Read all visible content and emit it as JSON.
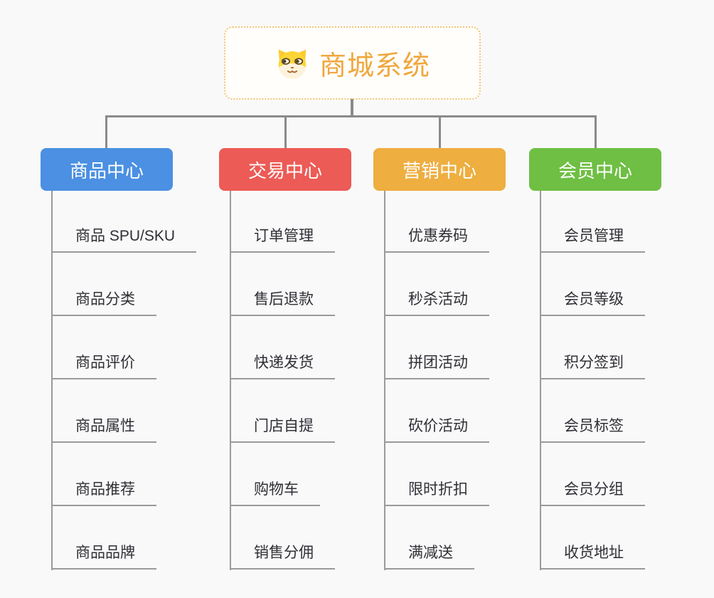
{
  "root": {
    "label": "商城系统",
    "icon": "dog-face-icon",
    "text_color": "#f0a73d",
    "border_color": "#f3c577",
    "background": "#fffefb"
  },
  "canvas_background": "#f9f9f9",
  "connector_color": "#8a8a8a",
  "leaf_line_color": "#9a9a9a",
  "leaf_text_color": "#2f2f36",
  "branches": [
    {
      "label": "商品中心",
      "color": "#4b90e2",
      "children": [
        "商品 SPU/SKU",
        "商品分类",
        "商品评价",
        "商品属性",
        "商品推荐",
        "商品品牌"
      ]
    },
    {
      "label": "交易中心",
      "color": "#ec5b56",
      "children": [
        "订单管理",
        "售后退款",
        "快递发货",
        "门店自提",
        "购物车",
        "销售分佣"
      ]
    },
    {
      "label": "营销中心",
      "color": "#eeae40",
      "children": [
        "优惠券码",
        "秒杀活动",
        "拼团活动",
        "砍价活动",
        "限时折扣",
        "满减送"
      ]
    },
    {
      "label": "会员中心",
      "color": "#6ebf43",
      "children": [
        "会员管理",
        "会员等级",
        "积分签到",
        "会员标签",
        "会员分组",
        "收货地址"
      ]
    }
  ]
}
